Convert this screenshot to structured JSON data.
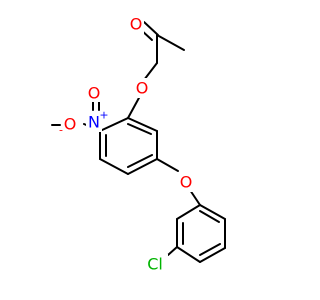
{
  "molecule": {
    "atoms": {
      "o_ketone": {
        "symbol": "O",
        "color": "#ff0000"
      },
      "o_ether1": {
        "symbol": "O",
        "color": "#ff0000"
      },
      "n_nitro": {
        "symbol": "N",
        "charge": "+",
        "color": "#0000ff"
      },
      "o_nitro_double": {
        "symbol": "O",
        "color": "#ff0000"
      },
      "o_nitro_single": {
        "symbol": "O",
        "charge": "-",
        "color": "#ff0000"
      },
      "o_ether2": {
        "symbol": "O",
        "color": "#ff0000"
      },
      "cl": {
        "symbol": "Cl",
        "color": "#00b400"
      }
    },
    "bond_color": "#000000"
  }
}
